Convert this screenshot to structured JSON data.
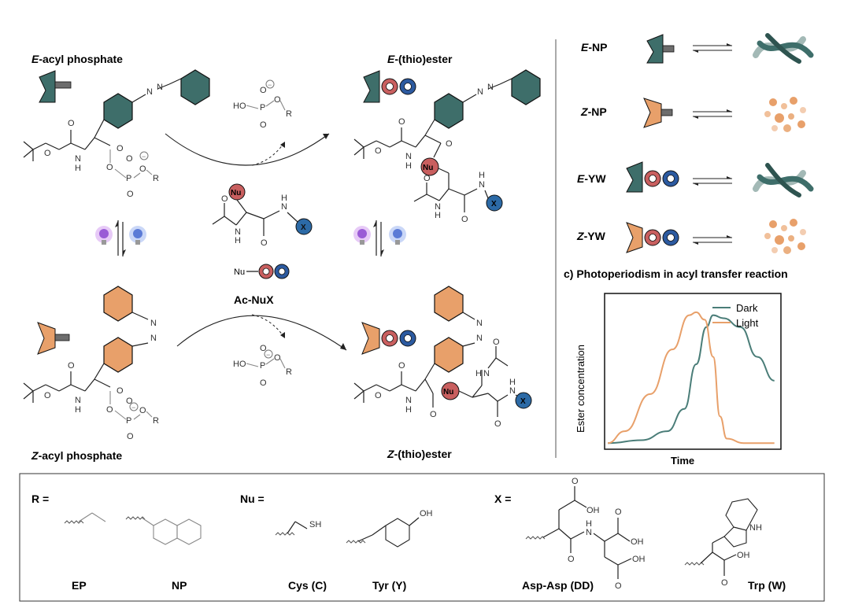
{
  "colors": {
    "teal": "#3e6e6a",
    "orange": "#e8a06a",
    "red": "#c95f5f",
    "blue": "#2c6aa6",
    "grey": "#6d6d6d",
    "light_teal": "#a3b9b6"
  },
  "scheme": {
    "e_acyl_phosphate_prefix": "E",
    "e_acyl_phosphate_rest": "-acyl phosphate",
    "z_acyl_phosphate_prefix": "Z",
    "z_acyl_phosphate_rest": "-acyl phosphate",
    "e_thioester_prefix": "E",
    "e_thioester_rest": "-(thio)ester",
    "z_thioester_prefix": "Z",
    "z_thioester_rest": "-(thio)ester",
    "reagent_label": "Ac-NuX",
    "nu_label": "Nu",
    "x_label": "X",
    "atom_o": "O",
    "atom_n": "N",
    "atom_h": "H",
    "atom_ho": "HO",
    "atom_p": "P",
    "atom_r": "R",
    "minus": "−"
  },
  "states": {
    "rows": [
      {
        "prefix": "E",
        "rest": "-NP"
      },
      {
        "prefix": "Z",
        "rest": "-NP"
      },
      {
        "prefix": "E",
        "rest": "-YW"
      },
      {
        "prefix": "Z",
        "rest": "-YW"
      }
    ]
  },
  "panel_c": {
    "title": "c)  Photoperiodism in acyl transfer reaction"
  },
  "chart_data": {
    "type": "line",
    "title": "c)  Photoperiodism in acyl transfer reaction",
    "xlabel": "Time",
    "ylabel": "Ester concentration",
    "legend": "top-right",
    "series": [
      {
        "name": "Dark",
        "color": "#4a7d78",
        "points": [
          [
            0,
            0.02
          ],
          [
            0.2,
            0.04
          ],
          [
            0.35,
            0.1
          ],
          [
            0.45,
            0.25
          ],
          [
            0.52,
            0.55
          ],
          [
            0.58,
            0.8
          ],
          [
            0.62,
            0.88
          ],
          [
            0.68,
            0.86
          ],
          [
            0.78,
            0.8
          ],
          [
            0.88,
            0.6
          ],
          [
            0.98,
            0.44
          ]
        ]
      },
      {
        "name": "Light",
        "color": "#e8a06a",
        "points": [
          [
            0,
            0.02
          ],
          [
            0.1,
            0.1
          ],
          [
            0.25,
            0.35
          ],
          [
            0.38,
            0.65
          ],
          [
            0.48,
            0.88
          ],
          [
            0.52,
            0.9
          ],
          [
            0.57,
            0.85
          ],
          [
            0.62,
            0.6
          ],
          [
            0.66,
            0.2
          ],
          [
            0.7,
            0.05
          ],
          [
            0.8,
            0.02
          ],
          [
            0.98,
            0.02
          ]
        ]
      }
    ]
  },
  "legend_box": {
    "r_eq": "R =",
    "nu_eq": "Nu =",
    "x_eq": "X =",
    "ep": "EP",
    "np": "NP",
    "cys": "Cys (C)",
    "tyr": "Tyr (Y)",
    "aspasp": "Asp-Asp (DD)",
    "trp": "Trp (W)",
    "sh": "SH",
    "oh": "OH",
    "nh": "NH",
    "o": "O",
    "n": "N",
    "h": "H"
  }
}
